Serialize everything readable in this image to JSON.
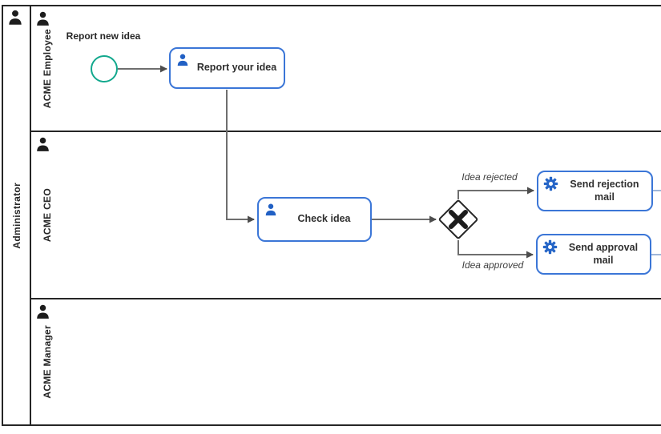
{
  "pool": {
    "label": "Administrator"
  },
  "lanes": [
    {
      "label": "ACME Employee"
    },
    {
      "label": "ACME CEO"
    },
    {
      "label": "ACME Manager"
    }
  ],
  "nodes": {
    "start_event": {
      "type": "start-event",
      "label": "Report new idea"
    },
    "report_idea": {
      "type": "user-task",
      "label": "Report your idea"
    },
    "check_idea": {
      "type": "user-task",
      "label": "Check idea"
    },
    "gateway": {
      "type": "exclusive-gateway",
      "symbol": "X"
    },
    "send_rejection": {
      "type": "service-task",
      "label": "Send rejection mail"
    },
    "send_approval": {
      "type": "service-task",
      "label": "Send approval mail"
    }
  },
  "flow_labels": {
    "rejected": "Idea rejected",
    "approved": "Idea approved"
  },
  "colors": {
    "task_border": "#3b76d7",
    "icon_blue": "#2565c7",
    "start_event_stroke": "#12a88d",
    "connector": "#6e6e6e",
    "frame": "#262626"
  }
}
